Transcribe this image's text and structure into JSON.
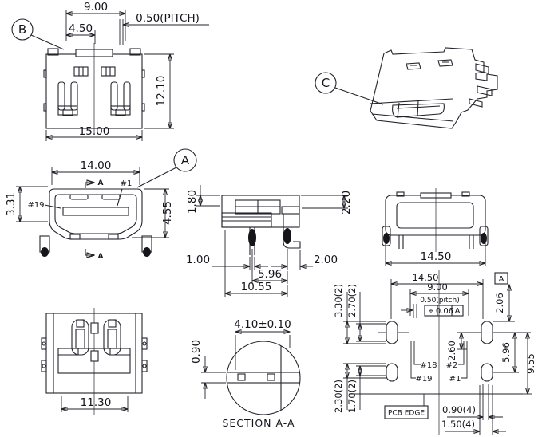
{
  "colors": {
    "background": "#ffffff",
    "line": "#23232b",
    "pad_fill": "#15151a"
  },
  "balloons": {
    "top_view": "B",
    "front_view": "A",
    "iso_view": "C"
  },
  "top_view": {
    "pin_span": "9.00",
    "pin_half": "4.50",
    "pitch": "0.50(PITCH)",
    "depth": "12.10",
    "width": "15.00"
  },
  "front_view": {
    "width": "14.00",
    "tongue_height": "3.31",
    "shell_height": "4.55",
    "pin_first": "#1",
    "pin_last": "#19",
    "section_label": "A"
  },
  "side_view": {
    "tab_offset": "1.80",
    "lead_offset": "2.20",
    "pin_width": "1.00",
    "foot_length": "2.00",
    "pin_span": "5.96",
    "depth": "10.55"
  },
  "rear_view": {
    "width": "14.50"
  },
  "bottom_view": {
    "width": "11.30"
  },
  "section_view": {
    "title": "SECTION A-A",
    "width": "4.10±0.10",
    "thickness": "0.90"
  },
  "pcb_view": {
    "pad_span": "14.50",
    "pin_span": "9.00",
    "pitch": "0.50(pitch)",
    "datum_flag": "A",
    "gdt": {
      "symbol": "⌖",
      "tolerance": "0.06",
      "datum": "A"
    },
    "dim_top_right": "2.06",
    "dim_row_offset": "2.60",
    "dim_mid_right": "5.96",
    "dim_bottom_right": "9.55",
    "dim_pad_top_outer": "3.30(2)",
    "dim_pad_top_inner": "2.70(2)",
    "dim_pad_bottom_outer": "2.30(2)",
    "dim_pad_bottom_inner": "1.70(2)",
    "dim_hole_width": "0.90(4)",
    "dim_pad_width": "1.50(4)",
    "pcb_edge": "PCB EDGE",
    "pin_18": "#18",
    "pin_19": "#19",
    "pin_2": "#2",
    "pin_1": "#1"
  }
}
